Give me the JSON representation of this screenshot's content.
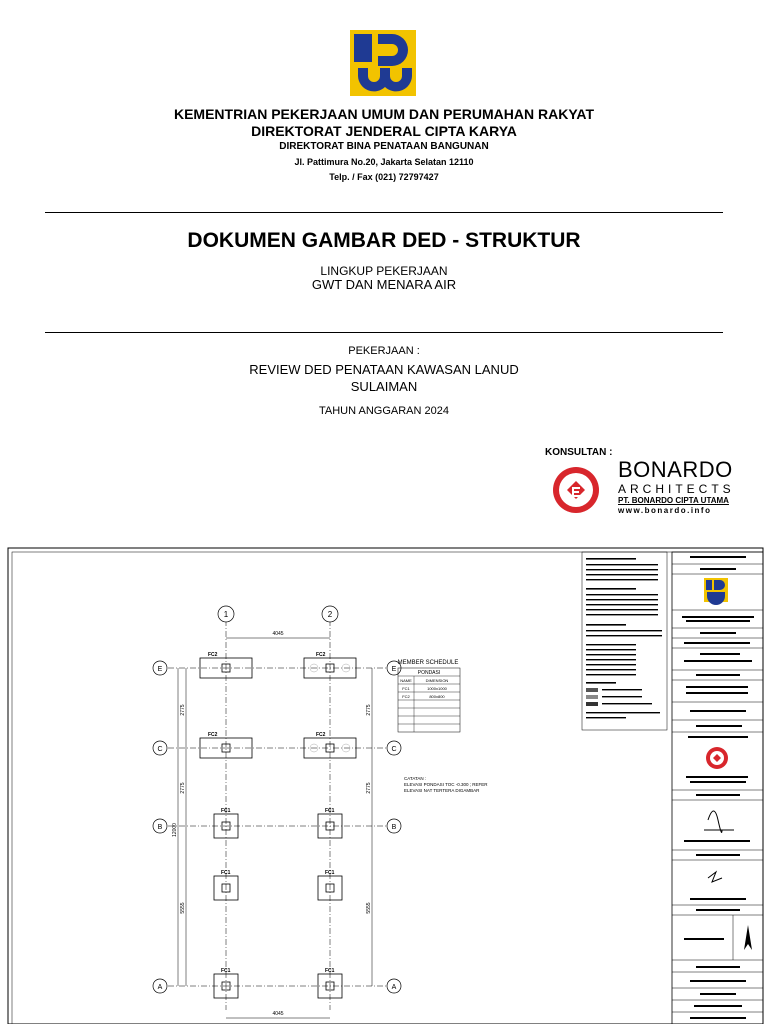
{
  "header": {
    "ministry": "KEMENTRIAN PEKERJAAN UMUM DAN PERUMAHAN RAKYAT",
    "directorate_general": "DIREKTORAT JENDERAL CIPTA KARYA",
    "directorate": "DIREKTORAT BINA PENATAAN BANGUNAN",
    "address": "Jl. Pattimura No.20, Jakarta Selatan 12110",
    "phone": "Telp. / Fax (021) 72797427"
  },
  "document": {
    "title": "DOKUMEN GAMBAR DED - STRUKTUR",
    "scope_label": "LINGKUP PEKERJAAN",
    "scope_value": "GWT DAN MENARA AIR",
    "work_label": "PEKERJAAN :",
    "work_line1": "REVIEW DED PENATAAN KAWASAN LANUD",
    "work_line2": "SULAIMAN",
    "fiscal_year": "TAHUN ANGGARAN 2024"
  },
  "consultant": {
    "label": "KONSULTAN :",
    "name": "BONARDO",
    "subtitle": "ARCHITECTS",
    "company": "PT. BONARDO CIPTA UTAMA",
    "website": "www.bonardo.info"
  },
  "drawing": {
    "grid_columns": [
      "1",
      "2"
    ],
    "grid_rows": [
      "E",
      "C",
      "B",
      "A"
    ],
    "footings_top": [
      "FC2",
      "FC2",
      "FC2",
      "FC2"
    ],
    "footings_lower": [
      "FC1",
      "FC1",
      "FC1",
      "FC1",
      "FC1",
      "FC1"
    ],
    "dim_top": "4045",
    "dim_bottom": "4045",
    "dim_side": [
      "2775",
      "2775",
      "5555",
      "5555"
    ],
    "dim_total": "12000",
    "schedule": {
      "title": "MEMBER SCHEDULE",
      "subtitle": "PONDASI",
      "headers": [
        "NAME",
        "DIMENSION"
      ],
      "rows": [
        [
          "FC1",
          "1000x1000"
        ],
        [
          "FC2",
          "800x800"
        ]
      ]
    },
    "notes": [
      "CATATAN :",
      "ELEVASI PONDASI TOC -0.300 ; REFER",
      "ELEVASI NAT TERTERA DIGAMBAR"
    ]
  },
  "colors": {
    "logo_yellow": "#F2C300",
    "logo_blue": "#1F3A93",
    "consultant_red": "#D8262C"
  }
}
